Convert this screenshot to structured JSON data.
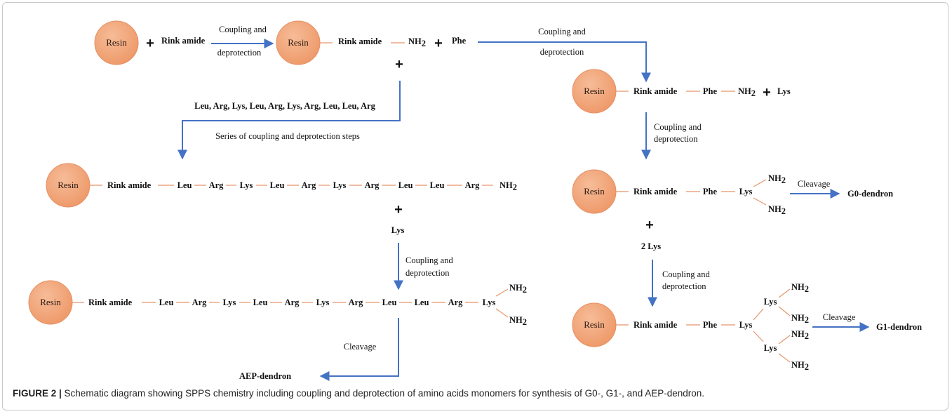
{
  "figure": {
    "caption_label": "FIGURE 2 |",
    "caption_text": " Schematic diagram showing SPPS chemistry including coupling and deprotection of amino acids monomers for synthesis of G0-, G1-, and AEP-dendron."
  },
  "labels": {
    "resin": "Resin",
    "rink_amide": "Rink amide",
    "nh2_main": "NH",
    "nh2_sub": "2",
    "plus": "+",
    "phe": "Phe",
    "lys": "Lys",
    "two_lys": "2  Lys",
    "coupling_and": "Coupling and",
    "deprotection": "deprotection",
    "cleavage": "Cleavage",
    "sequence_list": "Leu, Arg, Lys, Leu, Arg, Lys, Arg, Leu, Leu, Arg",
    "series_steps": "Series of coupling and deprotection steps",
    "g0_dendron": "G0-dendron",
    "g1_dendron": "G1-dendron",
    "aep_dendron": "AEP-dendron"
  },
  "sequence": [
    "Leu",
    "Arg",
    "Lys",
    "Leu",
    "Arg",
    "Lys",
    "Arg",
    "Leu",
    "Leu",
    "Arg"
  ],
  "colors": {
    "resin_fill": "#f2a57c",
    "resin_stroke": "#e58f62",
    "bond": "#e8956a",
    "arrow": "#4472c4"
  }
}
